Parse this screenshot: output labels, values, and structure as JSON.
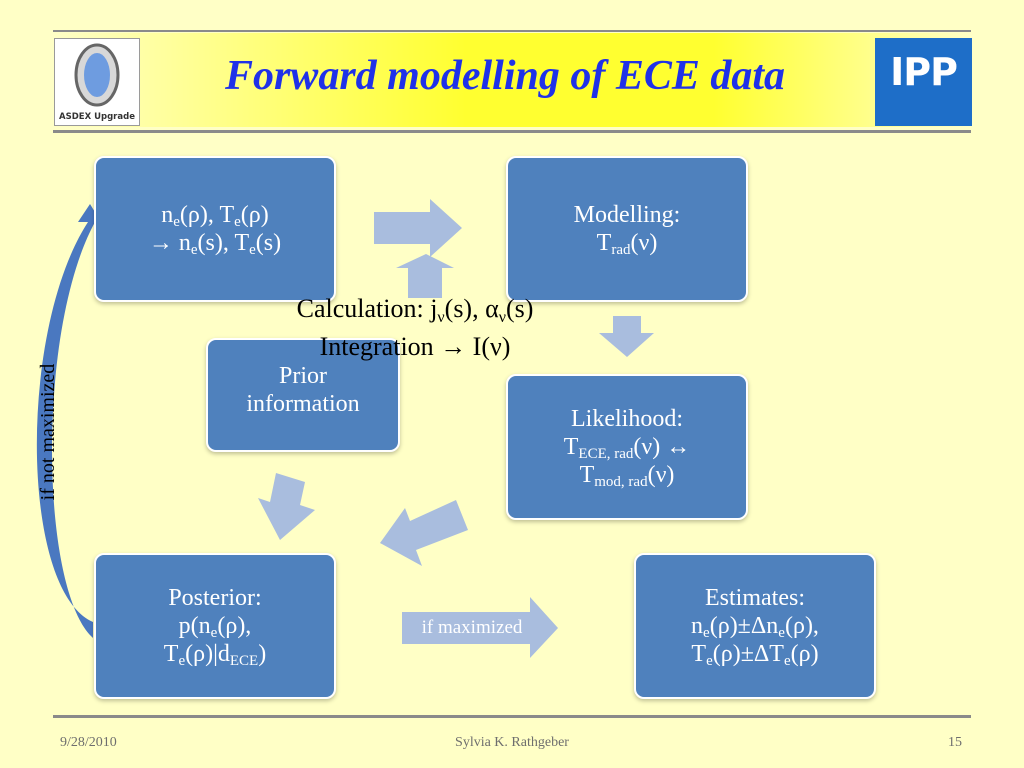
{
  "header": {
    "title": "Forward modelling of ECE data",
    "logo_left_text": "ASDEX Upgrade",
    "logo_right_text": "IPP"
  },
  "boxes": {
    "profiles": {
      "line1": "ne(ρ), Te(ρ)",
      "line2": "→ ne(s), Te(s)"
    },
    "modelling": {
      "line1": "Modelling:",
      "line2": "Trad(ν)"
    },
    "prior": {
      "line1": "Prior",
      "line2": "information"
    },
    "likelihood": {
      "line1": "Likelihood:",
      "line2": "TECE, rad(ν) ↔",
      "line3": "Tmod, rad(ν)"
    },
    "posterior": {
      "line1": "Posterior:",
      "line2": "p(ne(ρ),",
      "line3": "Te(ρ)|dECE)"
    },
    "estimates": {
      "line1": "Estimates:",
      "line2": "ne(ρ)±Δne(ρ),",
      "line3": "Te(ρ)±ΔTe(ρ)"
    }
  },
  "calculation": {
    "line1": "Calculation: jν(s), αν(s)",
    "line2": "Integration → I(ν)"
  },
  "labels": {
    "if_maximized": "if maximized",
    "if_not_maximized": "if not maximized"
  },
  "footer": {
    "date": "9/28/2010",
    "author": "Sylvia K. Rathgeber",
    "page": "15"
  },
  "colors": {
    "background": "#FFFFC6",
    "title": "#1F31E8",
    "box_fill": "#4F81BD",
    "arrow_fill": "#A9BDDE",
    "curved_arrow": "#4A78C0"
  }
}
